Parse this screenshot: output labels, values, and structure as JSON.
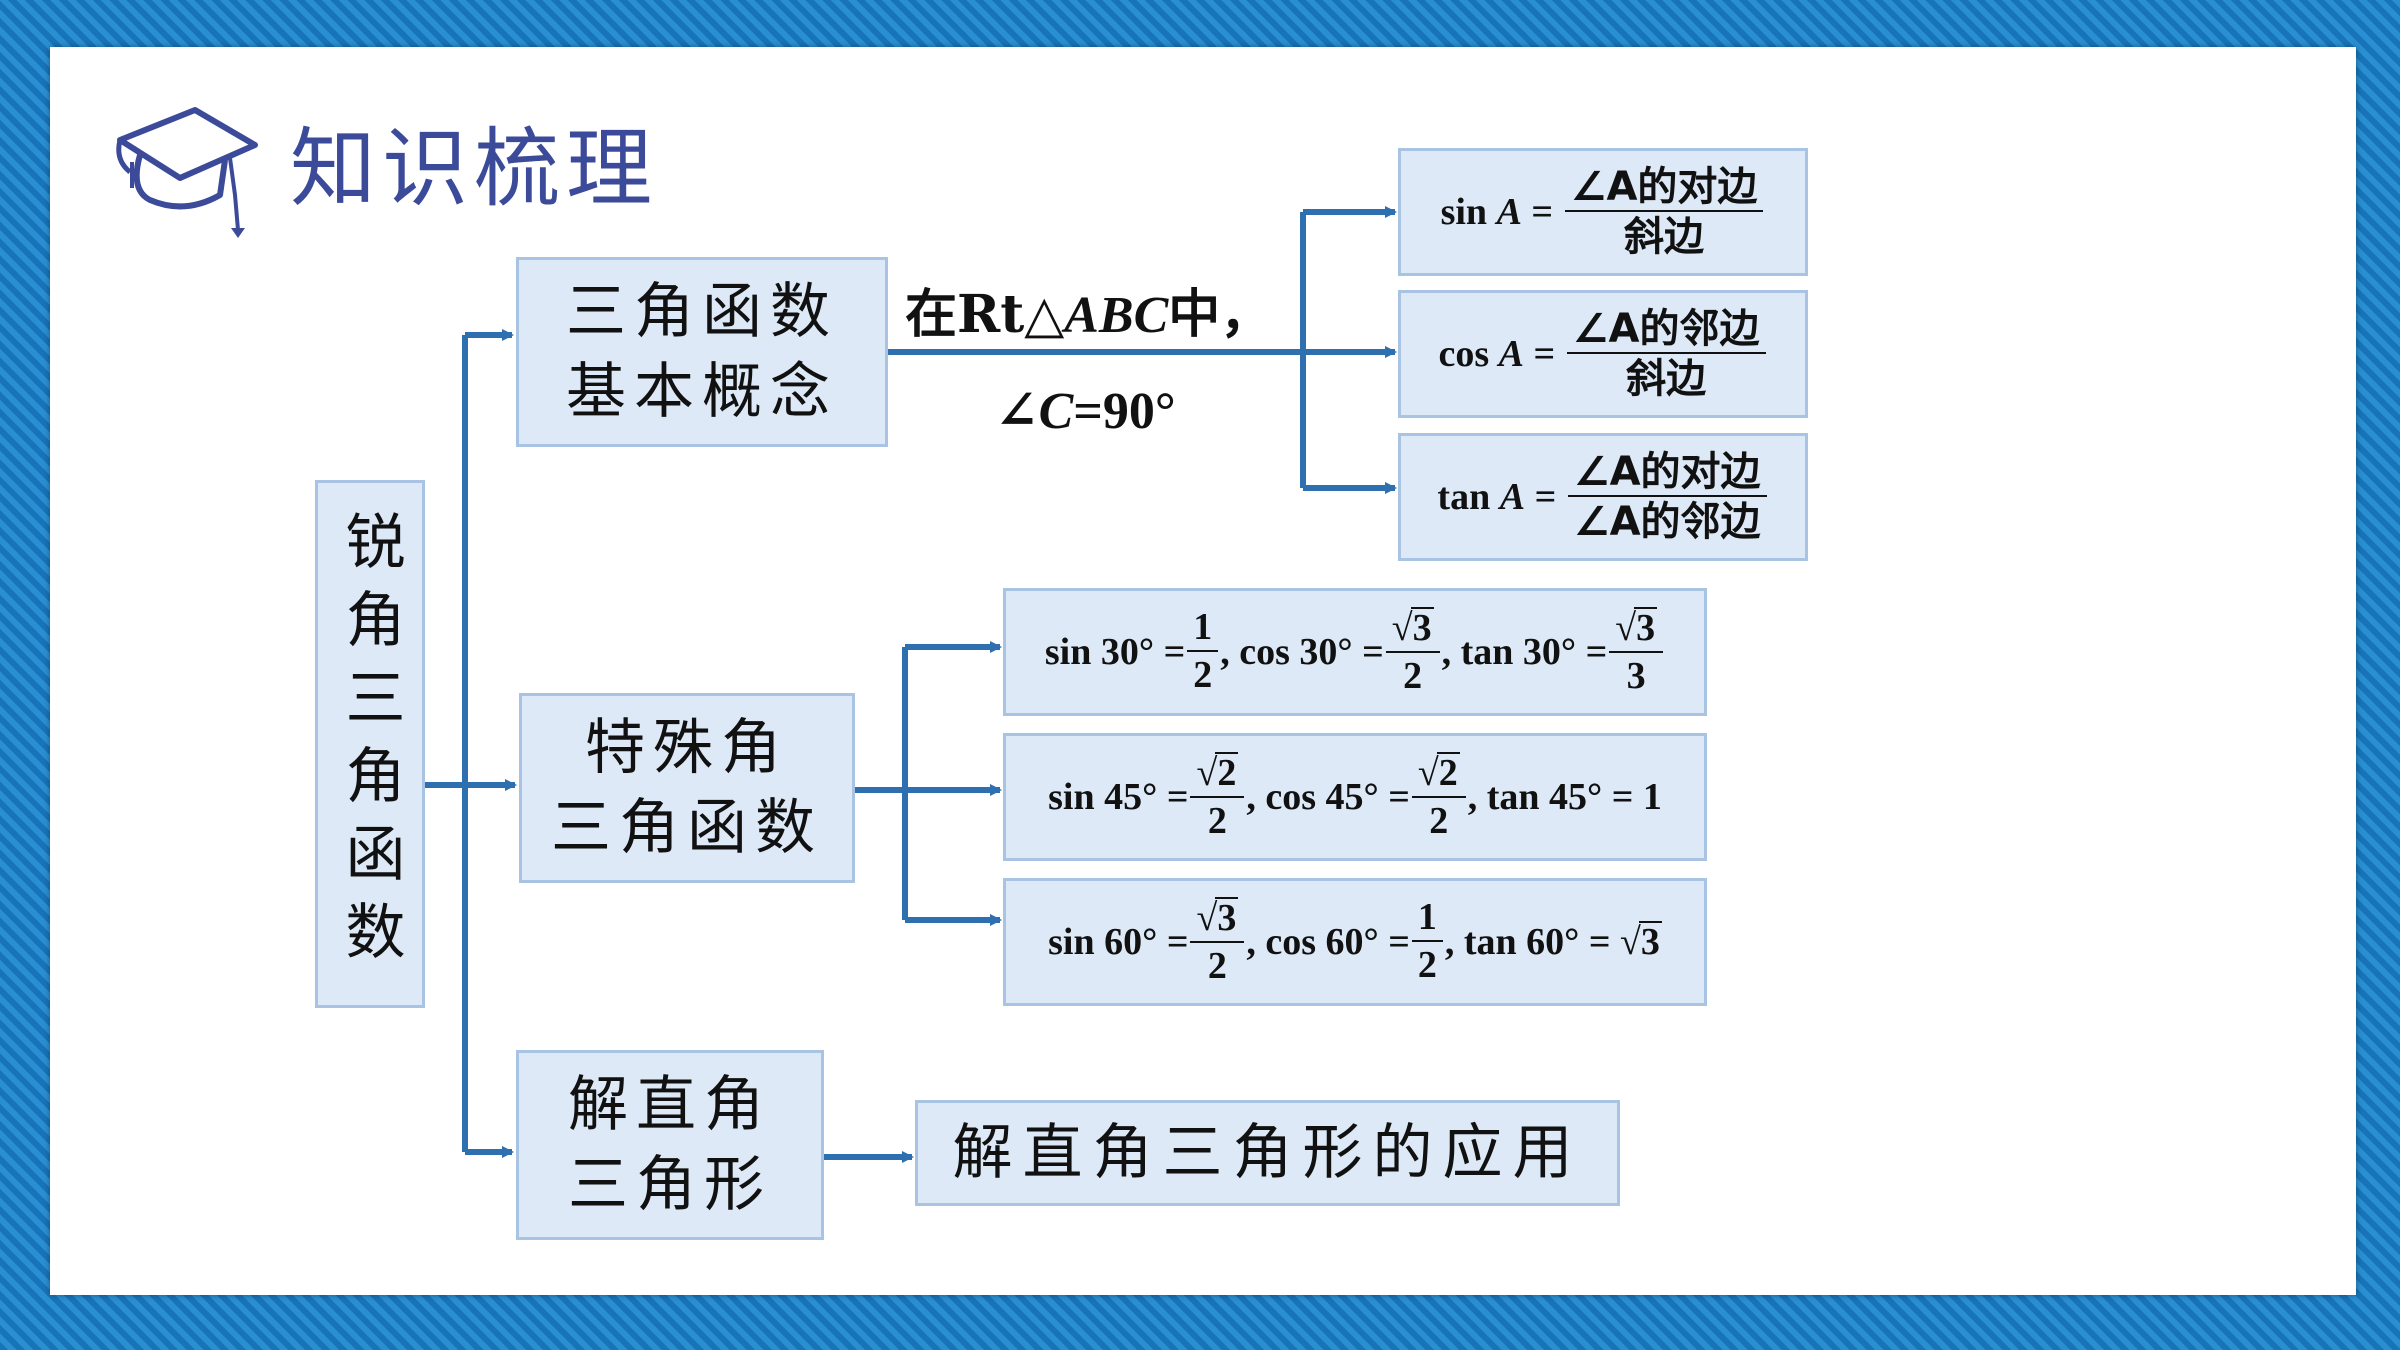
{
  "title": "知识梳理",
  "root": {
    "label": "锐角三角函数"
  },
  "branches": {
    "concept": {
      "label_line1": "三角函数",
      "label_line2": "基本概念"
    },
    "special": {
      "label_line1": "特殊角",
      "label_line2": "三角函数"
    },
    "solve": {
      "label_line1": "解直角",
      "label_line2": "三角形"
    }
  },
  "context": {
    "line1_prefix": "在Rt△",
    "line1_triangle": "ABC",
    "line1_suffix": "中，",
    "line2_angle": "∠",
    "line2_var": "C",
    "line2_value": "=90°"
  },
  "definitions": [
    {
      "func": "sin",
      "var": "A",
      "num": "∠A的对边",
      "den": "斜边"
    },
    {
      "func": "cos",
      "var": "A",
      "num": "∠A的邻边",
      "den": "斜边"
    },
    {
      "func": "tan",
      "var": "A",
      "num": "∠A的对边",
      "den": "∠A的邻边"
    }
  ],
  "special_values": {
    "row30": {
      "sin_label": "sin 30° =",
      "sin_num": "1",
      "sin_den": "2",
      "cos_label": ", cos 30° =",
      "cos_num": "√3",
      "cos_den": "2",
      "tan_label": ", tan 30° =",
      "tan_num": "√3",
      "tan_den": "3"
    },
    "row45": {
      "sin_label": "sin 45° =",
      "sin_num": "√2",
      "sin_den": "2",
      "cos_label": ", cos 45° =",
      "cos_num": "√2",
      "cos_den": "2",
      "tan_label": ", tan 45° = 1"
    },
    "row60": {
      "sin_label": "sin 60° =",
      "sin_num": "√3",
      "sin_den": "2",
      "cos_label": ", cos 60° =",
      "cos_num": "1",
      "cos_den": "2",
      "tan_label": ", tan 60° = √3"
    }
  },
  "application": {
    "label": "解直角三角形的应用"
  },
  "colors": {
    "line": "#2e6fb0",
    "box_fill": "#dde9f6",
    "box_border": "#a9c4e3",
    "title": "#3c4a9a"
  }
}
